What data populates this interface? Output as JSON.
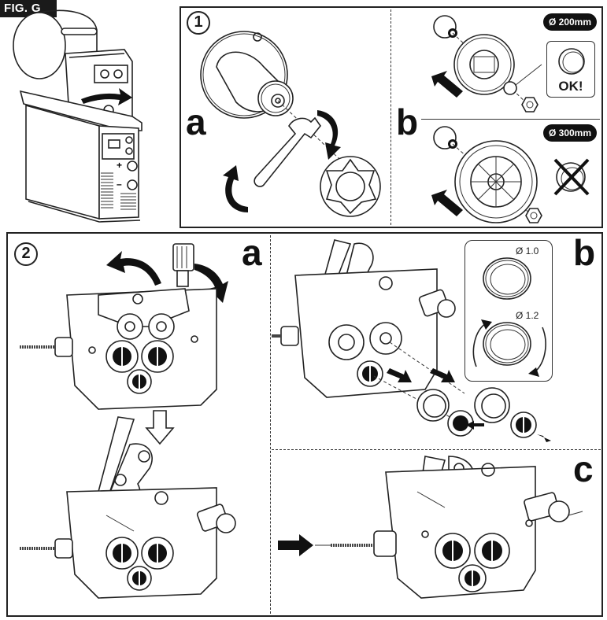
{
  "figure": {
    "tag": "FIG. G",
    "caption_alt": "Wire spool and drive-roll installation instructions"
  },
  "step1": {
    "number": "1",
    "panel_a": {
      "letter": "a",
      "description": "Remove spool hub nut using wrench"
    },
    "panel_b": {
      "letter": "b",
      "spool_small": {
        "diameter_label": "Ø 200mm",
        "adapter_status": "OK!"
      },
      "spool_large": {
        "diameter_label": "Ø 300mm",
        "adapter_status": "not required"
      }
    }
  },
  "step2": {
    "number": "2",
    "panel_a": {
      "letter": "a",
      "description": "Release pressure arm and open feeder"
    },
    "panel_b": {
      "letter": "b",
      "description": "Replace drive rolls",
      "roll_sizes": [
        "Ø 1.0",
        "Ø 1.2"
      ]
    },
    "panel_c": {
      "letter": "c",
      "description": "Insert wire into feeder inlet"
    }
  },
  "colors": {
    "ink": "#1a1a1a",
    "paper": "#ffffff"
  }
}
